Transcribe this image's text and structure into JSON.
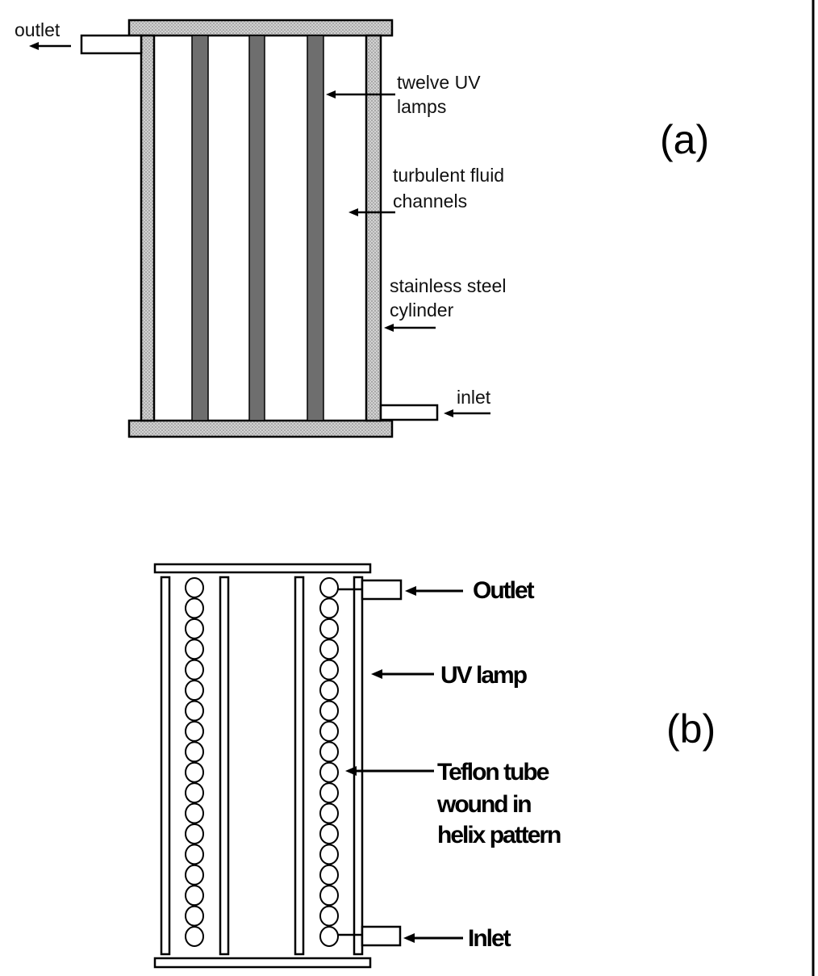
{
  "panel_a": {
    "label": "(a)",
    "annotations": {
      "outlet": "outlet",
      "lamps_line1": "twelve UV",
      "lamps_line2": "lamps",
      "channels_line1": "turbulent fluid",
      "channels_line2": "channels",
      "cylinder_line1": "stainless steel",
      "cylinder_line2": "cylinder",
      "inlet": "inlet"
    }
  },
  "panel_b": {
    "label": "(b)",
    "annotations": {
      "outlet": "Outlet",
      "uv_lamp": "UV lamp",
      "teflon_line1": "Teflon tube",
      "teflon_line2": "wound in",
      "teflon_line3": "helix pattern",
      "inlet": "Inlet"
    }
  }
}
